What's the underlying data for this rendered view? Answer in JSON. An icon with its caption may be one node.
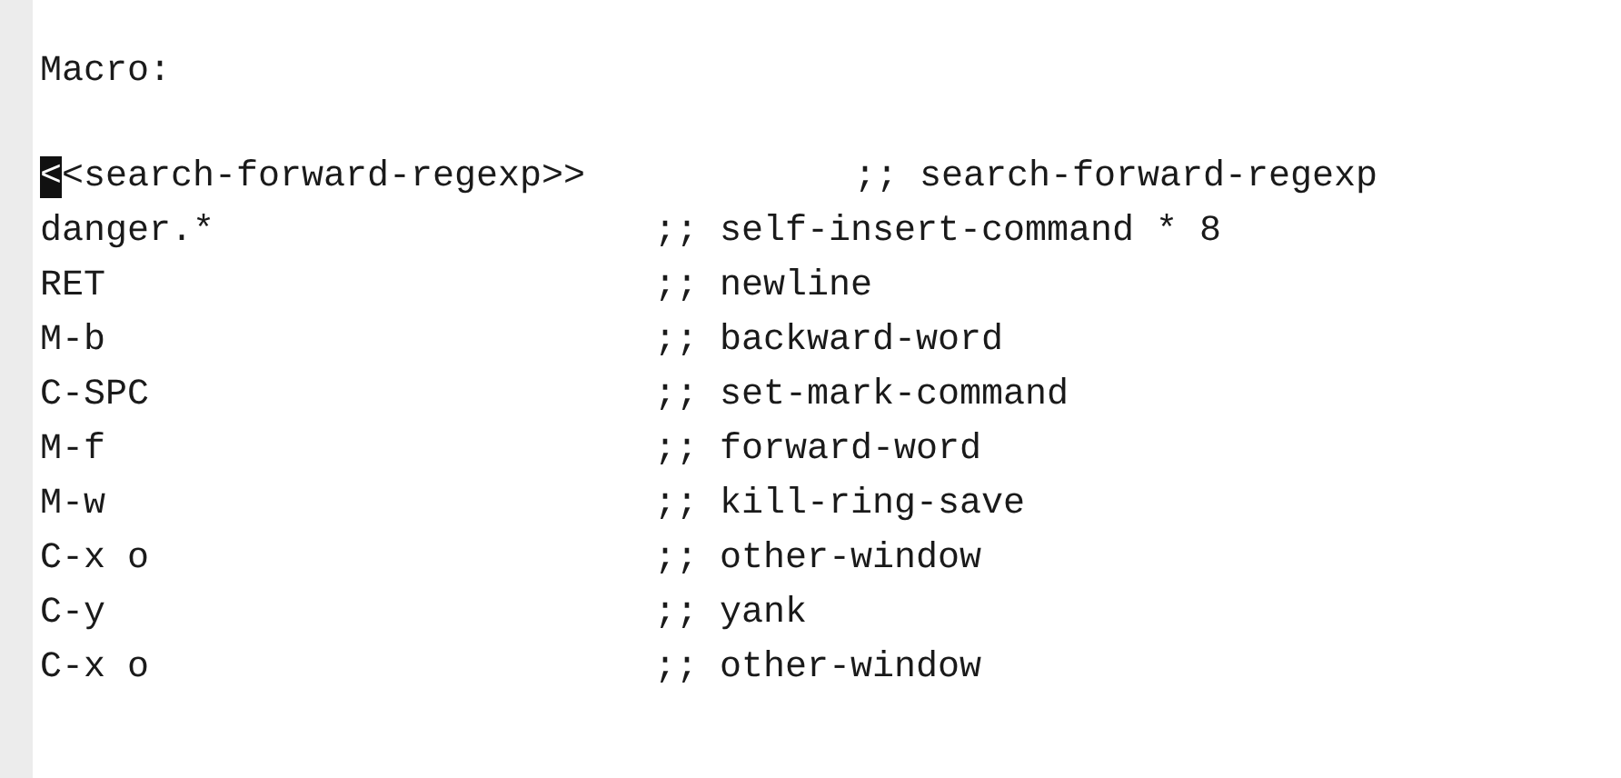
{
  "diagram": {
    "nodes": [
      {
        "text": [],
        "shape": "bar"
      }
    ],
    "labels": [
      "Macro:",
      "<<search-forward-regexp>>",
      ";; search-forward-regexp",
      "danger.*",
      ";; self-insert-command * 8",
      "RET",
      ";; newline",
      "M-b",
      ";; backward-word",
      "C-SPC",
      ";; set-mark-command",
      "M-f",
      ";; forward-word",
      "M-w",
      ";; kill-ring-save",
      "C-x o",
      ";; other-window",
      "C-y",
      ";; yank",
      "C-x o",
      ";; other-window"
    ]
  }
}
